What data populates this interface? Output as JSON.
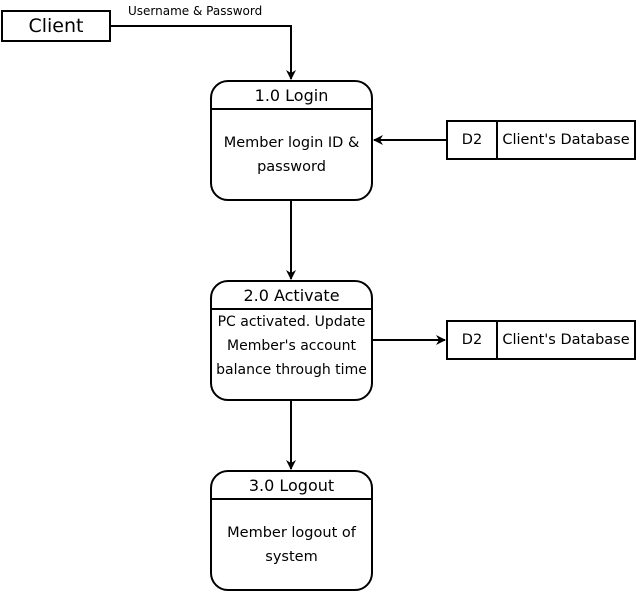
{
  "external_entity": {
    "label": "Client"
  },
  "flows": {
    "client_to_login": "Username & Password"
  },
  "processes": [
    {
      "title": "1.0 Login",
      "description": "Member login ID & password"
    },
    {
      "title": "2.0 Activate",
      "description": "PC activated. Update Member's account balance through time"
    },
    {
      "title": "3.0 Logout",
      "description": "Member logout of system"
    }
  ],
  "data_stores": [
    {
      "id": "D2",
      "name": "Client's Database"
    },
    {
      "id": "D2",
      "name": "Client's Database"
    }
  ]
}
